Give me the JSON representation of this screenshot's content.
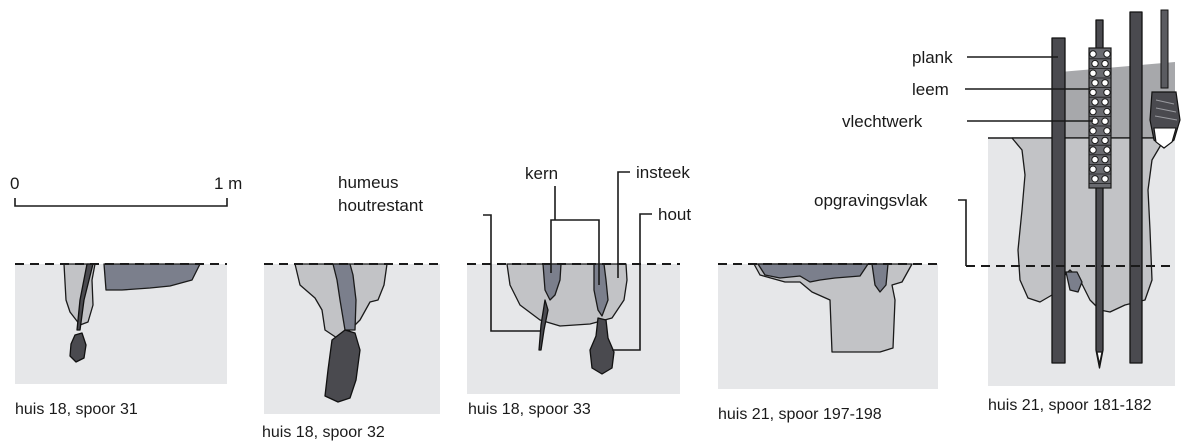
{
  "scale": {
    "start": "0",
    "end": "1 m"
  },
  "labels": {
    "plank": "plank",
    "leem": "leem",
    "vlechtwerk": "vlechtwerk",
    "opgravingsvlak": "opgravingsvlak",
    "humeus": "humeus",
    "houtrestant": "houtrestant",
    "kern": "kern",
    "insteek": "insteek",
    "hout": "hout"
  },
  "captions": [
    "huis 18, spoor 31",
    "huis 18, spoor 32",
    "huis 18, spoor 33",
    "huis 21, spoor 197-198",
    "huis 21, spoor 181-182"
  ],
  "colors": {
    "soil": "#e6e7e9",
    "pit_fill": "#c2c3c6",
    "core_fill": "#7b7f8c",
    "wood": "#4a4a4f",
    "clay_wall": "#a7a8ab"
  }
}
